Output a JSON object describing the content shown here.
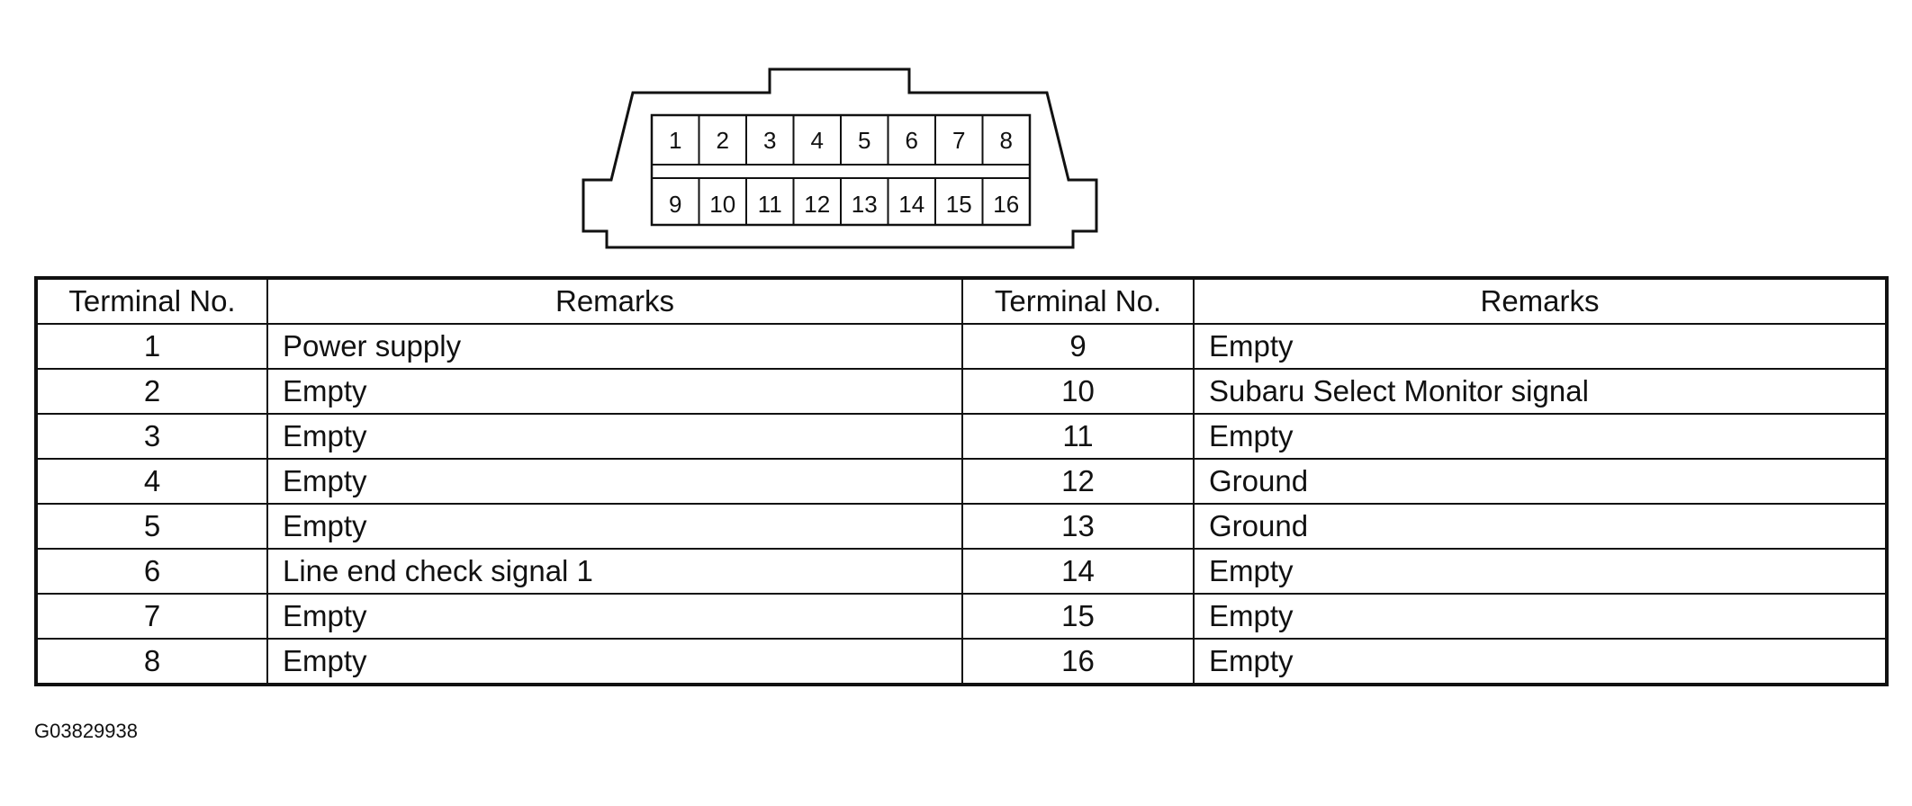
{
  "connector": {
    "top_row": [
      "1",
      "2",
      "3",
      "4",
      "5",
      "6",
      "7",
      "8"
    ],
    "bottom_row": [
      "9",
      "10",
      "11",
      "12",
      "13",
      "14",
      "15",
      "16"
    ]
  },
  "table": {
    "headers": [
      "Terminal No.",
      "Remarks",
      "Terminal No.",
      "Remarks"
    ],
    "rows": [
      [
        "1",
        "Power supply",
        "9",
        "Empty"
      ],
      [
        "2",
        "Empty",
        "10",
        "Subaru Select Monitor signal"
      ],
      [
        "3",
        "Empty",
        "11",
        "Empty"
      ],
      [
        "4",
        "Empty",
        "12",
        "Ground"
      ],
      [
        "5",
        "Empty",
        "13",
        "Ground"
      ],
      [
        "6",
        "Line end check signal 1",
        "14",
        "Empty"
      ],
      [
        "7",
        "Empty",
        "15",
        "Empty"
      ],
      [
        "8",
        "Empty",
        "16",
        "Empty"
      ]
    ]
  },
  "figure_id": "G03829938"
}
